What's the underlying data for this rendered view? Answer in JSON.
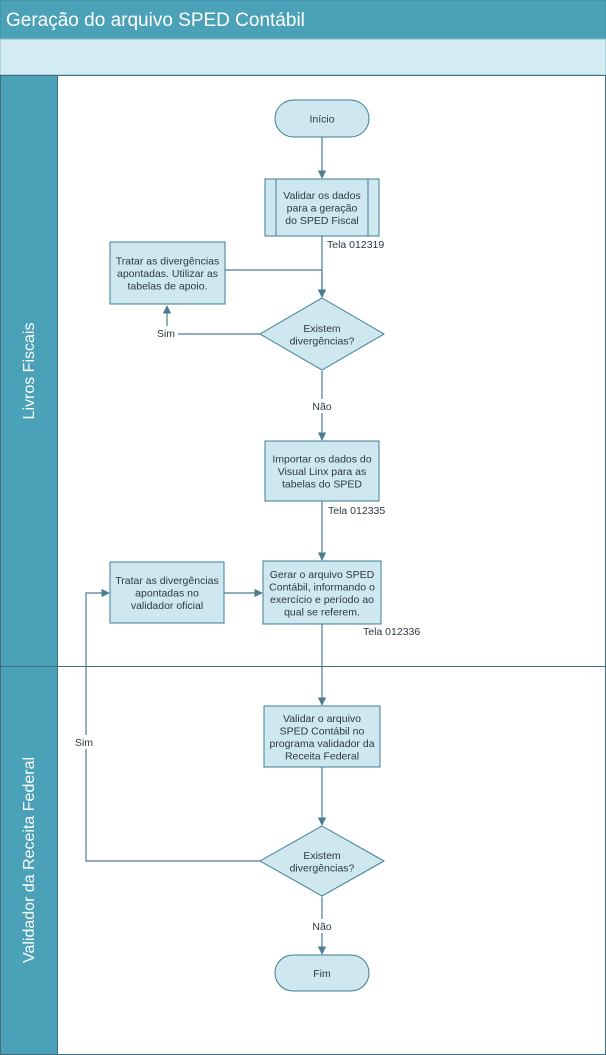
{
  "title": "Geração do arquivo SPED Contábil",
  "colors": {
    "title_bar": "#4aa1b8",
    "subheader": "#d3ecf2",
    "lane_header": "#4aa1b8",
    "node_fill": "#cfe7ee",
    "node_stroke": "#3c7f94",
    "connector": "#4d7e8f",
    "text": "#2b3a42"
  },
  "lanes": [
    {
      "label": "Livros Fiscais"
    },
    {
      "label": "Validador da Receita Federal"
    }
  ],
  "nodes": {
    "inicio": {
      "lines": [
        "Início"
      ]
    },
    "validar": {
      "lines": [
        "Validar os dados",
        "para a geração",
        "do SPED Fiscal"
      ]
    },
    "decision1": {
      "lines": [
        "Existem",
        "divergências?"
      ]
    },
    "tratar1": {
      "lines": [
        "Tratar as divergências",
        "apontadas. Utilizar as",
        "tabelas de apoio."
      ]
    },
    "importar": {
      "lines": [
        "Importar os dados do",
        "Visual Linx para as",
        "tabelas do SPED"
      ]
    },
    "gerar": {
      "lines": [
        "Gerar o arquivo SPED",
        "Contábil, informando o",
        "exercício e período ao",
        "qual se referem."
      ]
    },
    "tratar2": {
      "lines": [
        "Tratar as divergências",
        "apontadas no",
        "validador oficial"
      ]
    },
    "validar_arquivo": {
      "lines": [
        "Validar o arquivo",
        "SPED Contábil no",
        "programa validador da",
        "Receita Federal"
      ]
    },
    "decision2": {
      "lines": [
        "Existem",
        "divergências?"
      ]
    },
    "fim": {
      "lines": [
        "Fim"
      ]
    }
  },
  "notes": {
    "tela1": "Tela 012319",
    "tela2": "Tela 012335",
    "tela3": "Tela 012336"
  },
  "edge_labels": {
    "sim1": "Sim",
    "nao1": "Não",
    "sim2": "Sim",
    "nao2": "Não"
  }
}
